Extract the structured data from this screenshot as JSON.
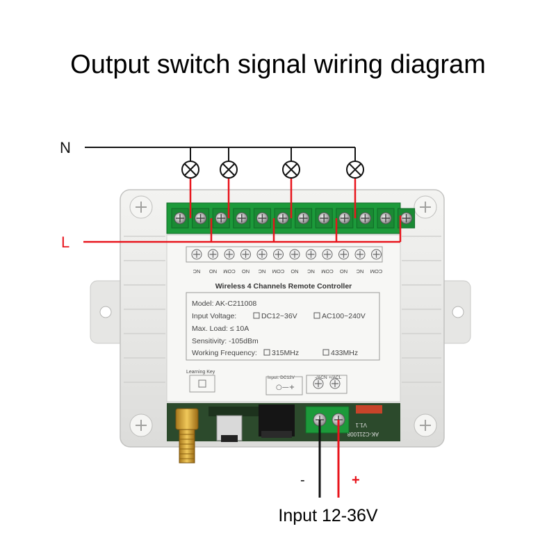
{
  "title": "Output switch signal wiring diagram",
  "labels": {
    "neutral": "N",
    "live": "L",
    "minus": "-",
    "plus": "+",
    "input": "Input 12-36V"
  },
  "panel": {
    "terminal_labels": [
      "NC",
      "NO",
      "COM",
      "NO",
      "NC",
      "COM",
      "NO",
      "NC",
      "COM",
      "NO",
      "NC",
      "COM"
    ],
    "product_title": "Wireless 4 Channels Remote Controller",
    "model": "Model:  AK-C211008",
    "input_voltage_label": "Input Voltage:",
    "input_voltage_opt1": "DC12~36V",
    "input_voltage_opt2": "AC100~240V",
    "max_load": "Max. Load:  ≤ 10A",
    "sensitivity": "Sensitivity:   -105dBm",
    "frequency_label": "Working Frequency:",
    "frequency_opt1": "315MHz",
    "frequency_opt2": "433MHz",
    "learning_key": "Learning Key",
    "input_dc": "Input: DC12V",
    "dc_symbol": "○—+",
    "acn": "-/ACN",
    "acl": "+/ACL",
    "pcb_model": "AK-C211008",
    "pcb_version": "V1.1"
  },
  "colors": {
    "live_wire": "#e8141c",
    "neutral_wire": "#111111",
    "terminal_green": "#1c9a3a",
    "enclosure": "#eeeeec",
    "pcb": "#2c4a2c"
  },
  "icons": [
    "lamp-icon",
    "screw-terminal-icon",
    "antenna-icon",
    "mounting-screw-icon"
  ]
}
